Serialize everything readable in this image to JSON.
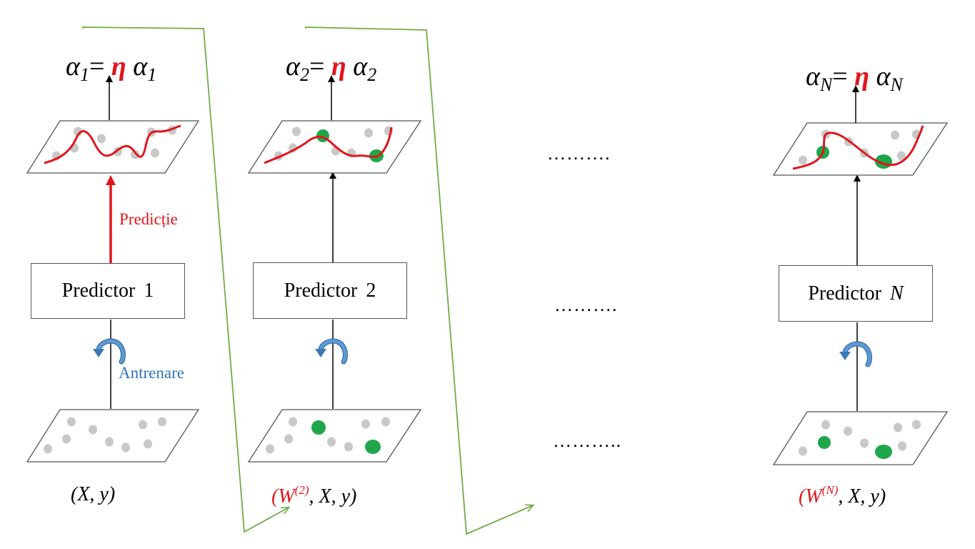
{
  "columns": [
    {
      "alpha": {
        "var": "α",
        "sub": "1",
        "eq": "=",
        "eta": "η"
      },
      "predictor": {
        "label": "Predictor",
        "index": "1",
        "italic_index": false
      },
      "dataset": {
        "open": "(",
        "w": "",
        "sup": "",
        "sep": "",
        "rest": "X, y)"
      }
    },
    {
      "alpha": {
        "var": "α",
        "sub": "2",
        "eq": "=",
        "eta": "η"
      },
      "predictor": {
        "label": "Predictor",
        "index": "2",
        "italic_index": false
      },
      "dataset": {
        "open": "(",
        "w": "W",
        "sup": "(2)",
        "sep": ",",
        "rest": " X, y)"
      }
    },
    {
      "alpha": {
        "var": "α",
        "sub": "N",
        "eq": "=",
        "eta": "η"
      },
      "predictor": {
        "label": "Predictor",
        "index": "N",
        "italic_index": true
      },
      "dataset": {
        "open": "(",
        "w": "W",
        "sup": "(N)",
        "sep": ",",
        "rest": " X, y)"
      }
    }
  ],
  "labels": {
    "prediction": "Predicție",
    "training": "Antrenare"
  },
  "ellipsis": {
    "top": "……….",
    "middle": "……….",
    "bottom": "……….."
  },
  "colors": {
    "curve": "#e0161b",
    "prediction_arrow": "#e0161b",
    "highlight_points": "#1fa64a",
    "points": "#c8c8c8",
    "weight_flow": "#70ad47",
    "training_icon": "#5b9bd5",
    "weight_symbol": "#e0161b"
  },
  "icons": [
    "curved-arrow-icon"
  ]
}
